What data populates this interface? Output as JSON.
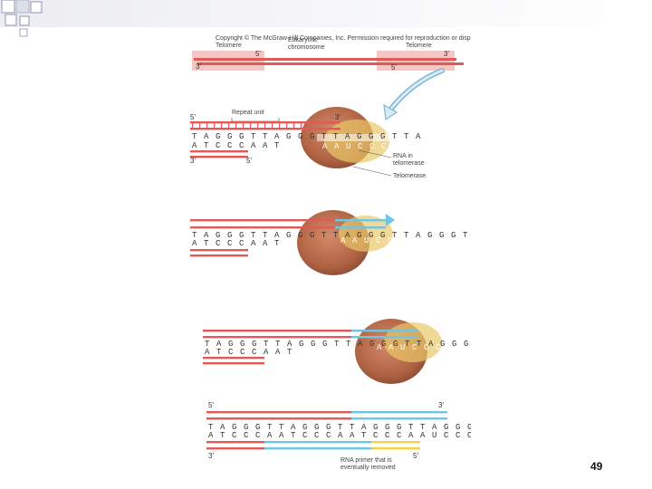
{
  "slide": {
    "page_number": "49"
  },
  "figure": {
    "copyright": "Copyright © The McGraw-Hill Companies, Inc. Permission required for reproduction or display.",
    "chromosome": {
      "telomere_left": "Telomere",
      "eukaryotic": "Eukaryotic",
      "chromosome": "chromosome",
      "telomere_right": "Telomere",
      "top_5": "5'",
      "top_3": "3'",
      "bot_3": "3'",
      "bot_5": "5'"
    },
    "step1": {
      "repeat_unit": "Repeat unit",
      "p5": "5'",
      "p3_top": "3'",
      "p3_bot": "3'",
      "p5_bot": "5'",
      "top_seq": "T A G G G T T A G G G T T A G G G T T A",
      "bot_seq": "A T C C C A A T",
      "rna_seq": "A A U C C C A A U",
      "rna_label_1": "RNA in",
      "rna_label_2": "telomerase",
      "telomerase_label": "Telomerase"
    },
    "step2": {
      "top_seq": "T A G G G T T A G G G T T A G G G T T A G G G T",
      "bot_seq": "A T C C C A A T",
      "rna_seq": "A A U C C C A A U"
    },
    "step3": {
      "top_seq": "T A G G G T T A G G G T T A G G G T T A G G G T T A G G G T",
      "bot_seq": "A T C C C A A T",
      "rna_seq": "A A U C C C A A U"
    },
    "step4": {
      "p5": "5'",
      "p3_top": "3'",
      "p3_bot": "3'",
      "p5_bot": "5'",
      "top_seq": "T A G G G T T A G G G T T A G G G T T A G G G T T A G G G T T A",
      "bot_seq": "A T C C C A A T C C C A A T C C C A A U C C C A A U C C C",
      "primer_1": "RNA primer that is",
      "primer_2": "eventually removed"
    }
  },
  "colors": {
    "dna_red": "#e05a5a",
    "dna_blue": "#6ec6e6",
    "primer_yellow": "#f2d43c",
    "telomerase_brown": "#b9704f",
    "rna_yellow": "#e9c86a",
    "chromosome_pink": "#f5c7c4"
  }
}
